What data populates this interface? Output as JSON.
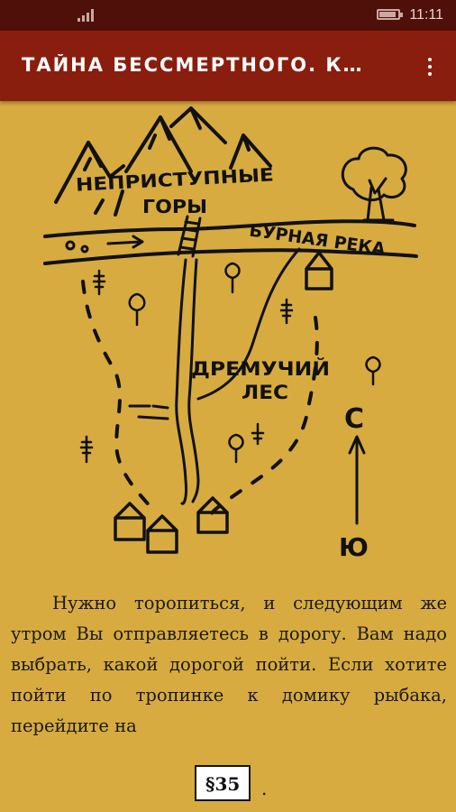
{
  "status_bar": {
    "time": "11:11",
    "battery_level": 0.8
  },
  "app_bar": {
    "title": "ТАЙНА БЕССМЕРТНОГО. К…",
    "menu_icon": "more-vert-icon"
  },
  "map": {
    "mountains_label_line1": "НЕПРИСТУПНЫЕ",
    "mountains_label_line2": "ГОРЫ",
    "river_label": "БУРНАЯ РЕКА",
    "forest_label_line1": "ДРЕМУЧИЙ",
    "forest_label_line2": "ЛЕС",
    "north_label": "С",
    "south_label": "Ю"
  },
  "story": {
    "text": "Нужно торопиться, и следующим же утром Вы отправляетесь в дорогу. Вам надо выбрать, какой дорогой пойти. Если хотите пойти по тропинке к домику рыбака, перейдите на"
  },
  "link": {
    "label": "§35",
    "trailing": "."
  },
  "colors": {
    "page_background": "#d7ab3f",
    "app_bar": "#8a1e0e",
    "status_bar": "#4e1008"
  }
}
